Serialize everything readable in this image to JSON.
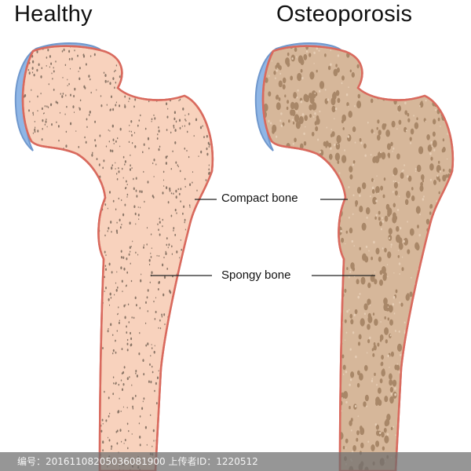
{
  "titles": {
    "healthy": "Healthy",
    "osteoporosis": "Osteoporosis"
  },
  "labels": {
    "compact_bone": "Compact bone",
    "spongy_bone": "Spongy bone"
  },
  "watermark": {
    "caption": "编号：20161108205036081900 上传者ID：1220512"
  },
  "colors": {
    "bone_fill": "#f8d2bd",
    "bone_outline": "#d96a5e",
    "cartilage": "#8fb6e6",
    "healthy_pore": "#8a7566",
    "osteo_matrix": "#d6b79a",
    "osteo_pore": "#a88768"
  }
}
